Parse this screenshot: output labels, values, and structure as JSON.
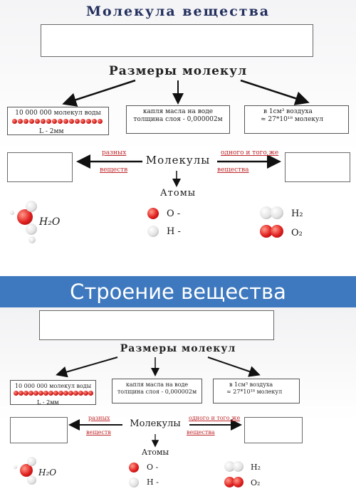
{
  "top": {
    "title": "Молекула вещества",
    "sizes_title": "Размеры молекул",
    "box_water_title": "10 000 000 молекул воды",
    "box_water_length": "L - 2мм",
    "box_oil_line1": "капля масла на воде",
    "box_oil_line2": "толщина слоя - 0,000002м",
    "box_air_line1": "в 1см³ воздуха",
    "box_air_line2": "≈ 27*10¹⁸ молекул",
    "molecules": "Молекулы",
    "left_label_1": "разных",
    "left_label_2": "веществ",
    "right_label_1": "одного и того же",
    "right_label_2": "вещества",
    "atoms": "Атомы",
    "formula_h2o": "H₂O",
    "legend_o": "O -",
    "legend_h": "H -",
    "legend_h2": "H₂",
    "legend_o2": "O₂"
  },
  "banner": {
    "text": "Строение вещества"
  },
  "bottom": {
    "sizes_title": "Размеры молекул",
    "box_water_title": "10 000 000 молекул воды",
    "box_water_length": "L - 2мм",
    "box_oil_line1": "капля масла на воде",
    "box_oil_line2": "толщина слоя - 0,000002м",
    "box_air_line1": "в 1см³ воздуха",
    "box_air_line2": "≈ 27*10¹⁸ молекул",
    "molecules": "Молекулы",
    "left_label_1": "разных",
    "left_label_2": "веществ",
    "right_label_1": "одного и того же",
    "right_label_2": "вещества",
    "atoms": "Атомы",
    "formula_h2o": "H₂O",
    "legend_o": "O -",
    "legend_h": "H -",
    "legend_h2": "H₂",
    "legend_o2": "O₂"
  },
  "colors": {
    "banner": "#3e79bf",
    "title": "#23305e",
    "atom_o": "#e01e1e",
    "atom_h": "#e3e3e3",
    "label_red": "#c0282c"
  },
  "icons": [
    "arrow-icon",
    "water-molecule-icon",
    "oxygen-atom-icon",
    "hydrogen-atom-icon",
    "h2-molecule-icon",
    "o2-molecule-icon"
  ]
}
